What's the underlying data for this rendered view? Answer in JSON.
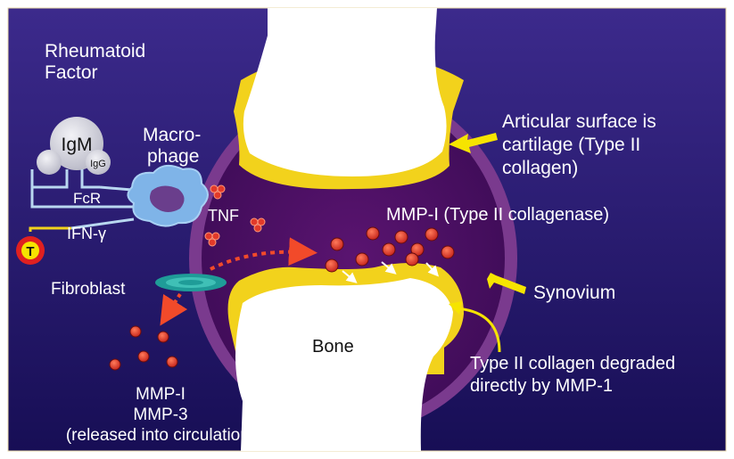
{
  "diagram": {
    "rheumatoid_factor": [
      "Rheumatoid",
      "Factor"
    ],
    "igm": "IgM",
    "igg": "IgG",
    "fcr": "FcR",
    "macrophage": [
      "Macro-",
      "phage"
    ],
    "tnf": "TNF",
    "ifn": "IFN-γ",
    "t_cell": "T",
    "fibroblast": "Fibroblast",
    "circulation": [
      "MMP-I",
      "MMP-3",
      "(released into circulation)"
    ],
    "articular": [
      "Articular surface is",
      "cartilage (Type II",
      "collagen)"
    ],
    "mmp_collagenase": "MMP-I (Type II collagenase)",
    "synovium": "Synovium",
    "bone": "Bone",
    "degraded": [
      "Type II collagen degraded",
      "directly by MMP-1"
    ]
  },
  "colors": {
    "background_top": "#3c2a8c",
    "background_bottom": "#170e55",
    "bone": "#ffffff",
    "cartilage": "#f2d21c",
    "synovium": "#7a3a8e",
    "joint_space": "#4e0f63",
    "mmp_dot": "#d8382a",
    "arrow": "#f24a2a",
    "pointer": "#f6e400",
    "macrophage": "#7fb4e8"
  }
}
